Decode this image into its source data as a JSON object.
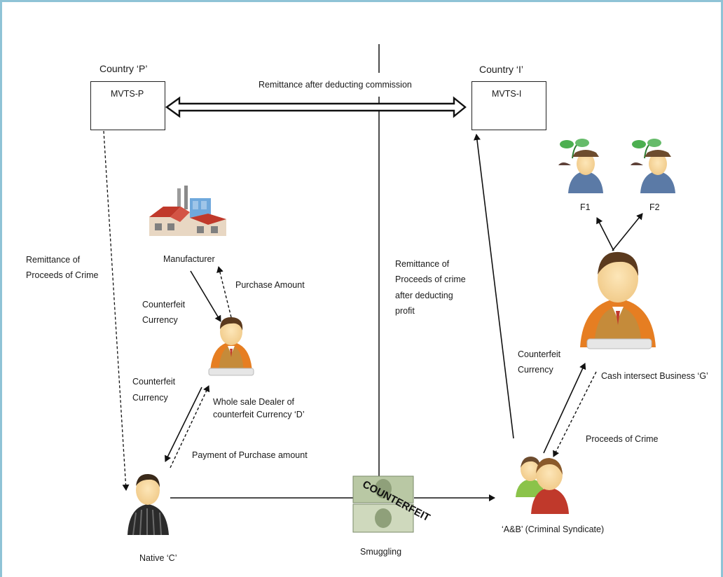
{
  "countries": {
    "left_title": "Country ‘P’",
    "right_title": "Country ‘I’",
    "left_box": "MVTS-P",
    "right_box": "MVTS-I"
  },
  "labels": {
    "remittance_commission": "Remittance after deducting commission",
    "remittance_proceeds_1": "Remittance of",
    "remittance_proceeds_2": "Proceeds of Crime",
    "manufacturer": "Manufacturer",
    "purchase_amount": "Purchase Amount",
    "counterfeit_1a": "Counterfeit",
    "counterfeit_1b": "Currency",
    "counterfeit_2a": "Counterfeit",
    "counterfeit_2b": "Currency",
    "dealer_1": "Whole sale Dealer of",
    "dealer_2": "counterfeit Currency ‘D’",
    "payment_purchase": "Payment of Purchase amount",
    "native": "Native ‘C’",
    "smuggling": "Smuggling",
    "remit_profit_1": "Remittance of",
    "remit_profit_2": "Proceeds of crime",
    "remit_profit_3": "after deducting",
    "remit_profit_4": "profit",
    "counterfeit_3a": "Counterfeit",
    "counterfeit_3b": "Currency",
    "cash_business": "Cash intersect Business ‘G’",
    "proceeds_crime": "Proceeds of Crime",
    "syndicate": "‘A&B’ (Criminal Syndicate)",
    "f1": "F1",
    "f2": "F2",
    "counterfeit_stamp": "COUNTERFEIT"
  }
}
